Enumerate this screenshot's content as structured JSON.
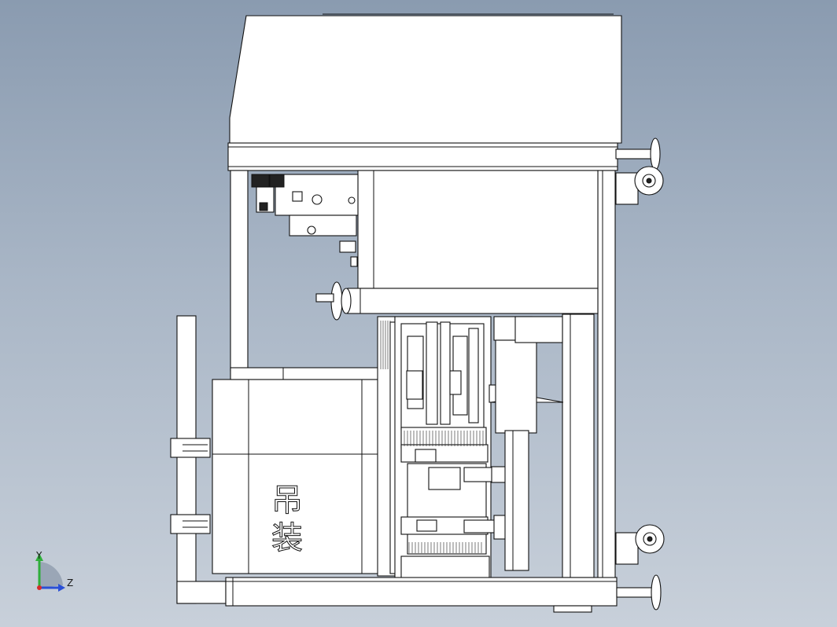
{
  "viewport": {
    "background": "#a9b6c6",
    "line_color": "#111111",
    "body_color": "#ffffff"
  },
  "triad": {
    "y_label": "Y",
    "z_label": "Z",
    "y_color": "#2fae3a",
    "z_color": "#2a4fd6",
    "origin_color": "#d62a2a"
  },
  "drawing": {
    "stamp_text": "吊装"
  }
}
